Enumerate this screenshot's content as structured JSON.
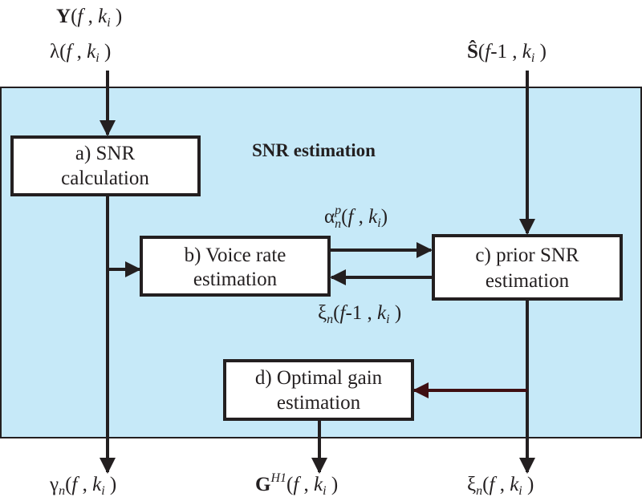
{
  "colors": {
    "panel_fill": "#c6e9f8",
    "line": "#231f20",
    "dark_red_arrow": "#3f0f12",
    "box_fill": "#ffffff"
  },
  "region_title": "SNR estimation",
  "boxes": {
    "a": {
      "line1": "a) SNR",
      "line2": "calculation"
    },
    "b": {
      "line1": "b) Voice rate",
      "line2": "estimation"
    },
    "c": {
      "line1": "c) prior SNR",
      "line2": "estimation"
    },
    "d": {
      "line1": "d) Optimal gain",
      "line2": "estimation"
    }
  },
  "signals": {
    "Y": {
      "symbol": "Y",
      "open": "(",
      "f": "f",
      "comma": " , ",
      "k": "k",
      "sub": "i",
      "close": " )"
    },
    "lambda": {
      "symbol": "λ",
      "open": "(",
      "f": "f",
      "comma": " , ",
      "k": "k",
      "sub": "i",
      "close": " )"
    },
    "S_hat": {
      "symbol": "Ŝ",
      "open": "(",
      "f": "f",
      "rest": "-1 , ",
      "k": "k",
      "sub": "i",
      "close": " )"
    },
    "alpha": {
      "symbol": "α",
      "sup": "p",
      "sub_n": "n",
      "open": "(",
      "f": "f",
      "comma": " , ",
      "k": "k",
      "sub": "i",
      "close": ")"
    },
    "xi_prev": {
      "symbol": "ξ",
      "sub_n": "n",
      "open": "(",
      "f": "f",
      "rest": "-1 , ",
      "k": "k",
      "sub": "i",
      "close": " )"
    },
    "gamma": {
      "symbol": "γ",
      "sub_n": "n",
      "open": "(",
      "f": "f",
      "comma": " , ",
      "k": "k",
      "sub": "i",
      "close": " )"
    },
    "G": {
      "symbol": "G",
      "sup": "H1",
      "open": "(",
      "f": "f",
      "comma": " , ",
      "k": "k",
      "sub": "i",
      "close": " )"
    },
    "xi": {
      "symbol": "ξ",
      "sub_n": "n",
      "open": "(",
      "f": "f",
      "comma": " , ",
      "k": "k",
      "sub": "i",
      "close": " )"
    }
  }
}
